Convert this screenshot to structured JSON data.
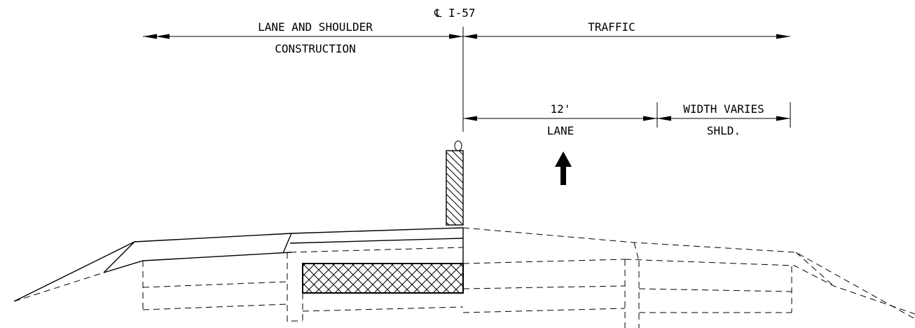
{
  "centerline": {
    "symbol": "℄",
    "label": "I-57"
  },
  "dimensions": {
    "left_zone": {
      "line1": "LANE AND SHOULDER",
      "line2": "CONSTRUCTION"
    },
    "right_zone": {
      "label": "TRAFFIC"
    },
    "lane": {
      "width": "12'",
      "label": "LANE"
    },
    "shoulder": {
      "width": "WIDTH VARIES",
      "label": "SHLD."
    }
  },
  "icons": {
    "traffic_direction": "up-arrow-icon",
    "drum": "channelizing-drum-icon",
    "hatch": "crosshatch-pattern"
  },
  "colors": {
    "ink": "#000000",
    "background": "#ffffff"
  }
}
